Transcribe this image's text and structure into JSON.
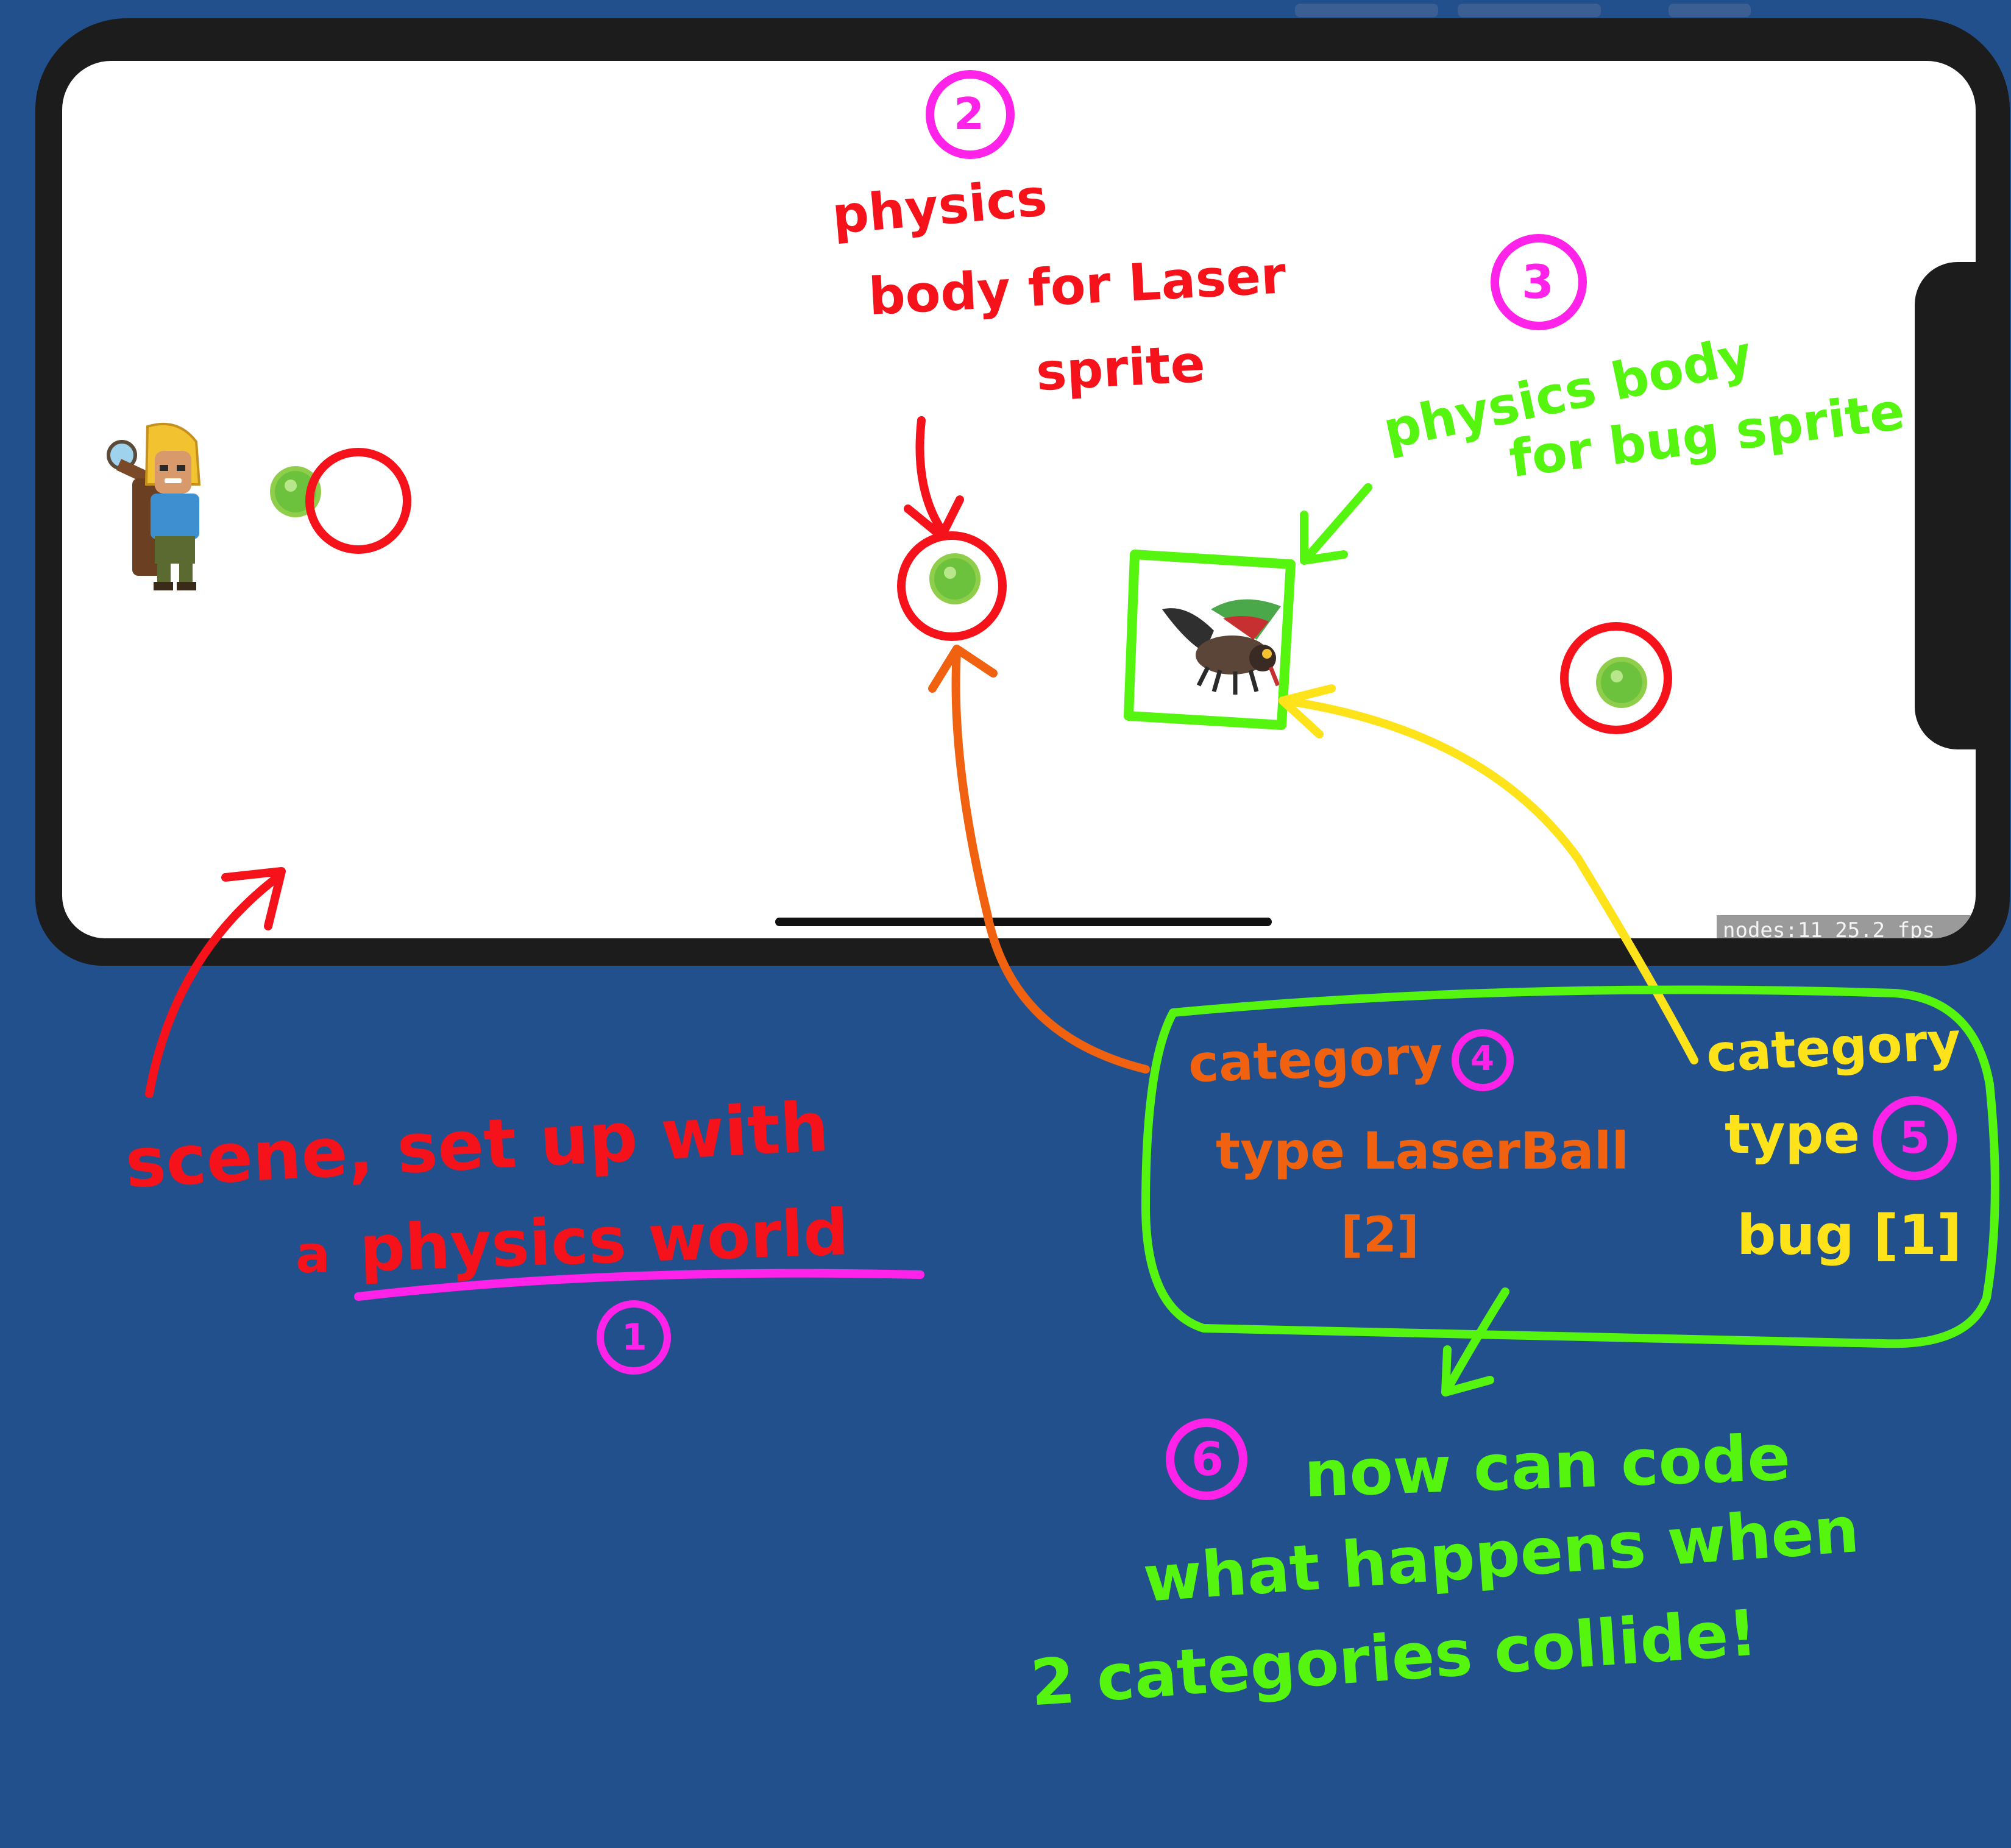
{
  "stats_overlay": {
    "text": "nodes:11  25.2 fps"
  },
  "colors": {
    "background": "#22508C",
    "annotation_red": "#F5121A",
    "annotation_green": "#55F510",
    "annotation_orange": "#F0620F",
    "annotation_yellow": "#FFE31A",
    "annotation_magenta": "#FF22E8"
  },
  "sprites": {
    "player": "player-sprite",
    "bug": "bug-sprite",
    "laser_ball": "laser-ball"
  },
  "annotations": {
    "n1": "1",
    "n2": "2",
    "n3": "3",
    "n4": "4",
    "n5": "5",
    "n6": "6",
    "laser_body_l1": "physics",
    "laser_body_l2": "body for Laser",
    "laser_body_l3": "sprite",
    "bug_body_l1": "physics body",
    "bug_body_l2": "for bug sprite",
    "scene_l1": "scene, set up with",
    "scene_l2a": "a",
    "scene_l2b": "physics world",
    "cat_laser_l1": "category",
    "cat_laser_l2": "type LaserBall",
    "cat_laser_l3": "[2]",
    "cat_bug_l1": "category",
    "cat_bug_l2": "type",
    "cat_bug_l3": "bug [1]",
    "result_l1": "now can code",
    "result_l2": "what happens when",
    "result_l3": "2 categories collide!"
  }
}
